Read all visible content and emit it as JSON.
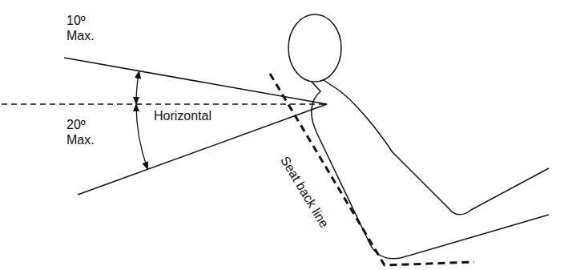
{
  "diagram": {
    "labels": [
      "10º Max.",
      "20º Max.",
      "Horizontal",
      "Seat back line"
    ]
  }
}
